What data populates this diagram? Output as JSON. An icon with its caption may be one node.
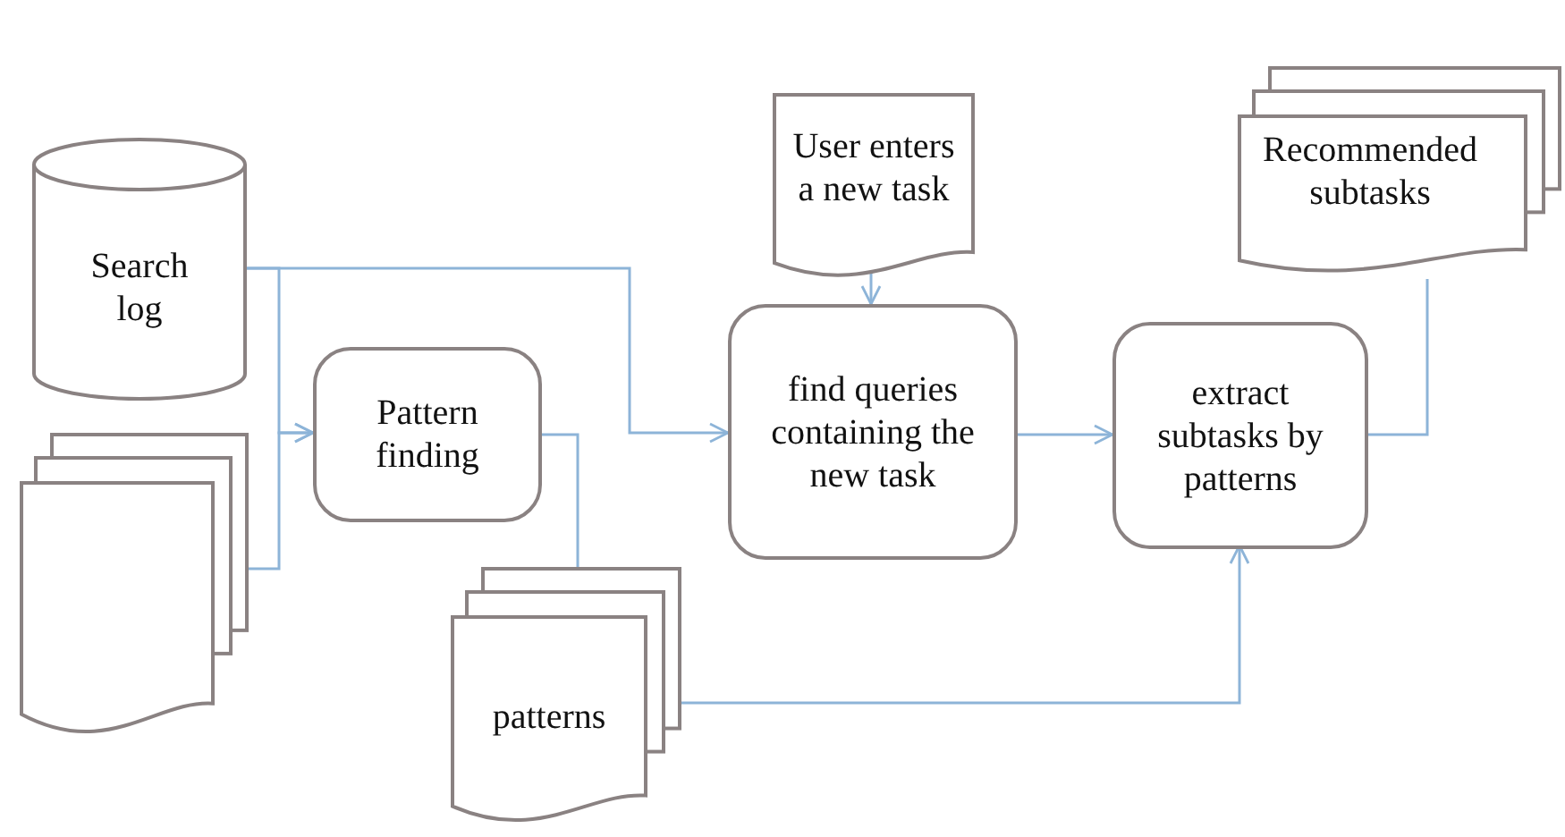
{
  "diagram": {
    "nodes": [
      {
        "text": [
          "Search log"
        ]
      },
      {
        "text": [
          "User enters a new task"
        ]
      },
      {
        "text": [
          "Recommended subtasks"
        ]
      },
      {
        "text": [
          "Pattern finding"
        ]
      },
      {
        "text": [
          "find queries containing the new task"
        ]
      },
      {
        "text": [
          "extract subtasks by patterns"
        ]
      },
      {
        "text": [],
        "shape": "document"
      },
      {
        "text": [
          "patterns"
        ]
      }
    ],
    "edges": [
      {
        "from": 0,
        "to": 3,
        "arrow": "to"
      },
      {
        "from": 0,
        "to": 4,
        "arrow": "to"
      },
      {
        "from": 6,
        "to": 3,
        "arrow": "to"
      },
      {
        "from": 1,
        "to": 4,
        "arrow": "to"
      },
      {
        "from": 3,
        "to": 7,
        "arrow": "none"
      },
      {
        "from": 7,
        "to": 5,
        "arrow": "to"
      },
      {
        "from": 4,
        "to": 5,
        "arrow": "to"
      },
      {
        "from": 5,
        "to": 2,
        "arrow": "none"
      }
    ]
  }
}
